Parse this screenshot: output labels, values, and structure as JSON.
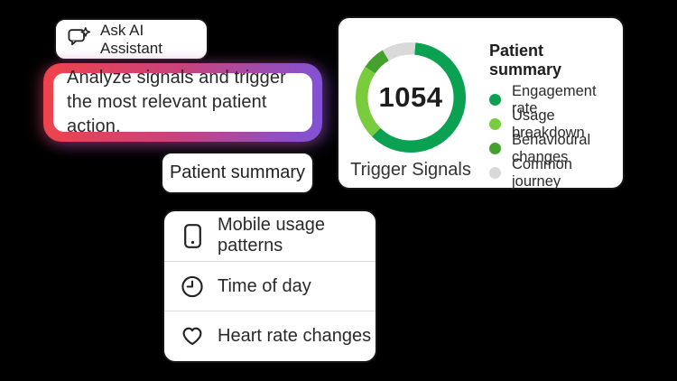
{
  "canvas": {
    "background": "#000000"
  },
  "assistant_button": {
    "label": "Ask AI Assistant"
  },
  "prompt_bubble": {
    "lines": [
      "Analyze signals and trigger",
      "the most relevant patient action."
    ],
    "gradient_colors": [
      "#f0434a",
      "#c8437c",
      "#7e53d8"
    ]
  },
  "summary_chip": {
    "label": "Patient summary"
  },
  "signal_list": {
    "items": [
      {
        "icon": "mobile-phone-icon",
        "label": "Mobile usage patterns"
      },
      {
        "icon": "clock-icon",
        "label": "Time of day"
      },
      {
        "icon": "heart-icon",
        "label": "Heart rate changes"
      }
    ]
  },
  "chart_data": {
    "type": "donut",
    "title": "Trigger Signals",
    "center_value": "1054",
    "legend_title": "Patient summary",
    "legend_position": "right",
    "start_angle_deg": 5,
    "direction": "clockwise",
    "segments": [
      {
        "label": "Engagement rate",
        "percent": 61,
        "color": "#0ba152"
      },
      {
        "label": "Usage breakdown",
        "percent": 22,
        "color": "#79cc3d"
      },
      {
        "label": "Behavioural changes",
        "percent": 7,
        "color": "#44a12e"
      },
      {
        "label": "Common journey",
        "percent": 10,
        "color": "#d9d9d9"
      }
    ]
  }
}
